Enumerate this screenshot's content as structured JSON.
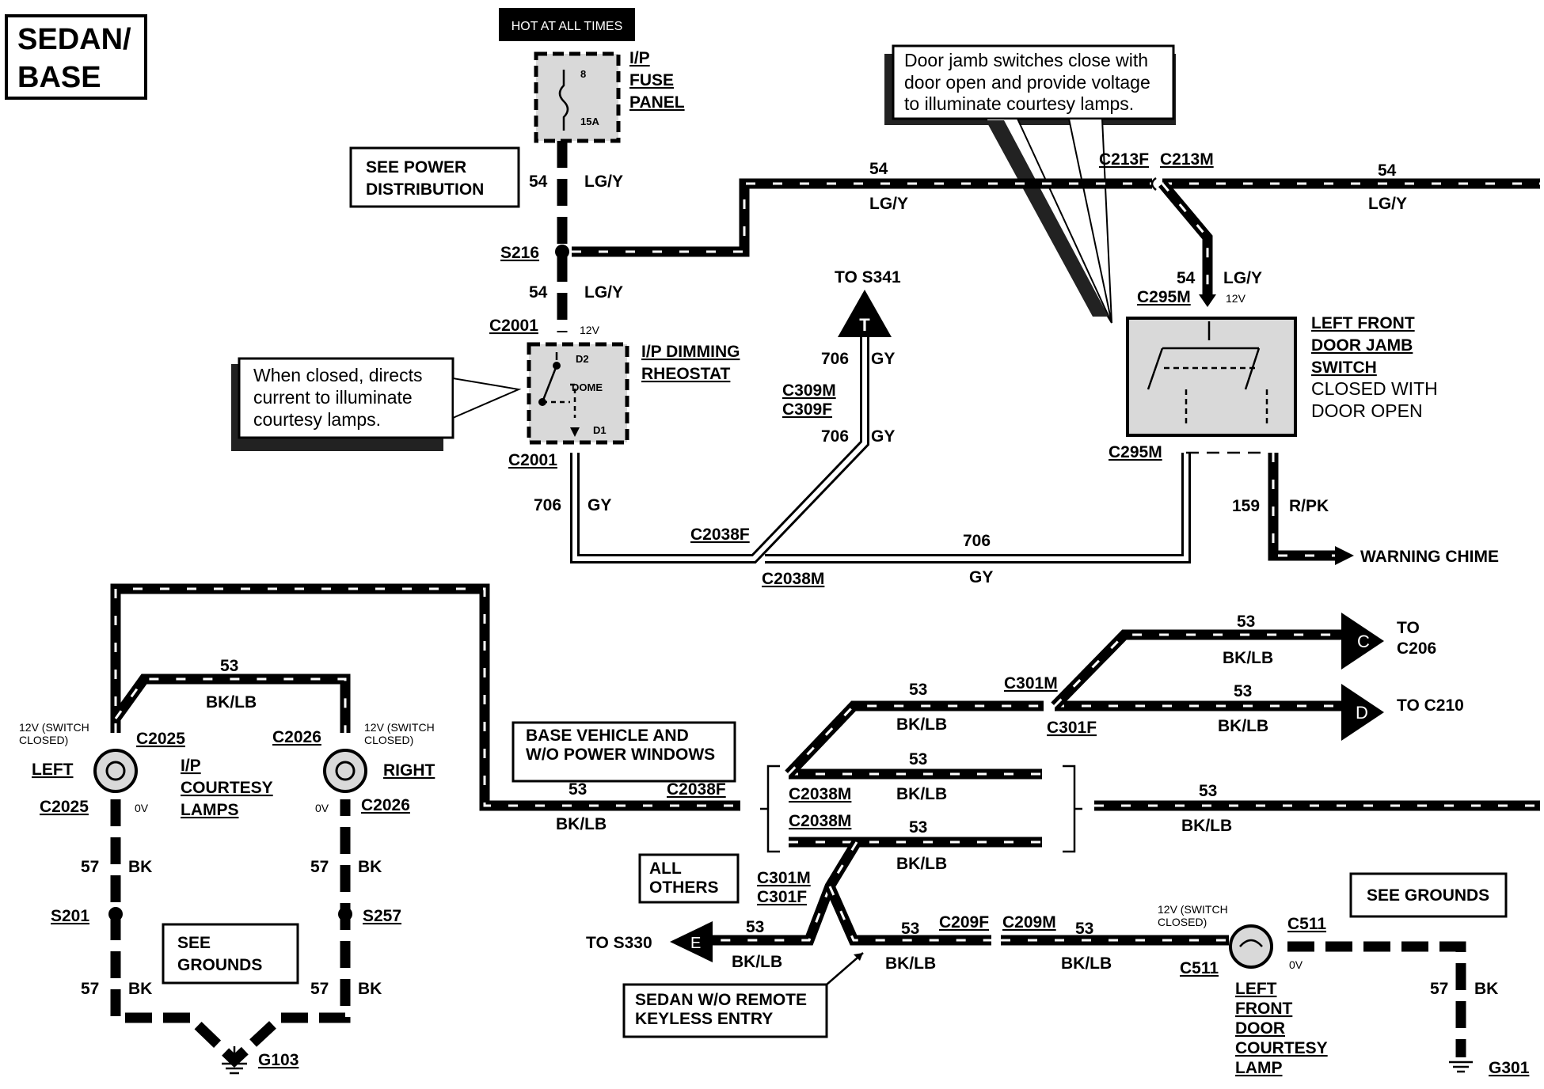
{
  "title_box": {
    "line1": "SEDAN/",
    "line2": "BASE"
  },
  "hot_at_all_times": "HOT AT ALL TIMES",
  "fuse": {
    "num": "8",
    "amp": "15A",
    "label1": "I/P",
    "label2": "FUSE",
    "label3": "PANEL"
  },
  "see_power": {
    "line1": "SEE POWER",
    "line2": "DISTRIBUTION"
  },
  "door_note": {
    "line1": "Door jamb switches close with",
    "line2": "door open and provide voltage",
    "line3": "to illuminate courtesy lamps."
  },
  "rheostat_note": {
    "line1": "When closed, directs",
    "line2": "current to illuminate",
    "line3": "courtesy lamps."
  },
  "rheostat": {
    "label1": "I/P DIMMING",
    "label2": "RHEOSTAT",
    "d2": "D2",
    "dome": "DOME",
    "d1": "D1",
    "v12": "12V"
  },
  "wires": {
    "w54": "54",
    "lgy": "LG/Y",
    "w706": "706",
    "gy": "GY",
    "w53": "53",
    "bklb": "BK/LB",
    "w57": "57",
    "bk": "BK",
    "w159": "159",
    "rpk": "R/PK"
  },
  "connectors": {
    "s216": "S216",
    "c2001": "C2001",
    "c213f": "C213F",
    "c213m": "C213M",
    "c295m": "C295M",
    "c309m": "C309M",
    "c309f": "C309F",
    "c2038f": "C2038F",
    "c2038m": "C2038M",
    "c301m": "C301M",
    "c301f": "C301F",
    "c2025": "C2025",
    "c2026": "C2026",
    "s201": "S201",
    "s257": "S257",
    "g103": "G103",
    "c209f": "C209F",
    "c209m": "C209M",
    "c511": "C511",
    "g301": "G301"
  },
  "to_s341": "TO S341",
  "door_switch": {
    "l1": "LEFT FRONT",
    "l2": "DOOR JAMB",
    "l3": "SWITCH",
    "l4": "CLOSED WITH",
    "l5": "DOOR OPEN",
    "v12": "12V"
  },
  "warning_chime": "WARNING CHIME",
  "to_c206": {
    "line1": "TO",
    "line2": "C206",
    "tag": "C"
  },
  "to_c210": {
    "text": "TO C210",
    "tag": "D"
  },
  "to_s330": {
    "text": "TO S330",
    "tag": "E"
  },
  "t_tag": "T",
  "courtesy": {
    "switch_closed_1": "12V (SWITCH",
    "switch_closed_2": "CLOSED)",
    "left": "LEFT",
    "right": "RIGHT",
    "label1": "I/P",
    "label2": "COURTESY",
    "label3": "LAMPS",
    "ov": "0V"
  },
  "see_grounds": {
    "line1": "SEE",
    "line2": "GROUNDS"
  },
  "see_grounds2": "SEE GROUNDS",
  "base_vehicle": {
    "line1": "BASE VEHICLE AND",
    "line2": "W/O POWER WINDOWS"
  },
  "all_others": {
    "line1": "ALL",
    "line2": "OTHERS"
  },
  "sedan_wo": {
    "line1": "SEDAN W/O REMOTE",
    "line2": "KEYLESS ENTRY"
  },
  "door_lamp": {
    "l1": "LEFT",
    "l2": "FRONT",
    "l3": "DOOR",
    "l4": "COURTESY",
    "l5": "LAMP",
    "sw1": "12V (SWITCH",
    "sw2": "CLOSED)",
    "ov": "0V"
  }
}
